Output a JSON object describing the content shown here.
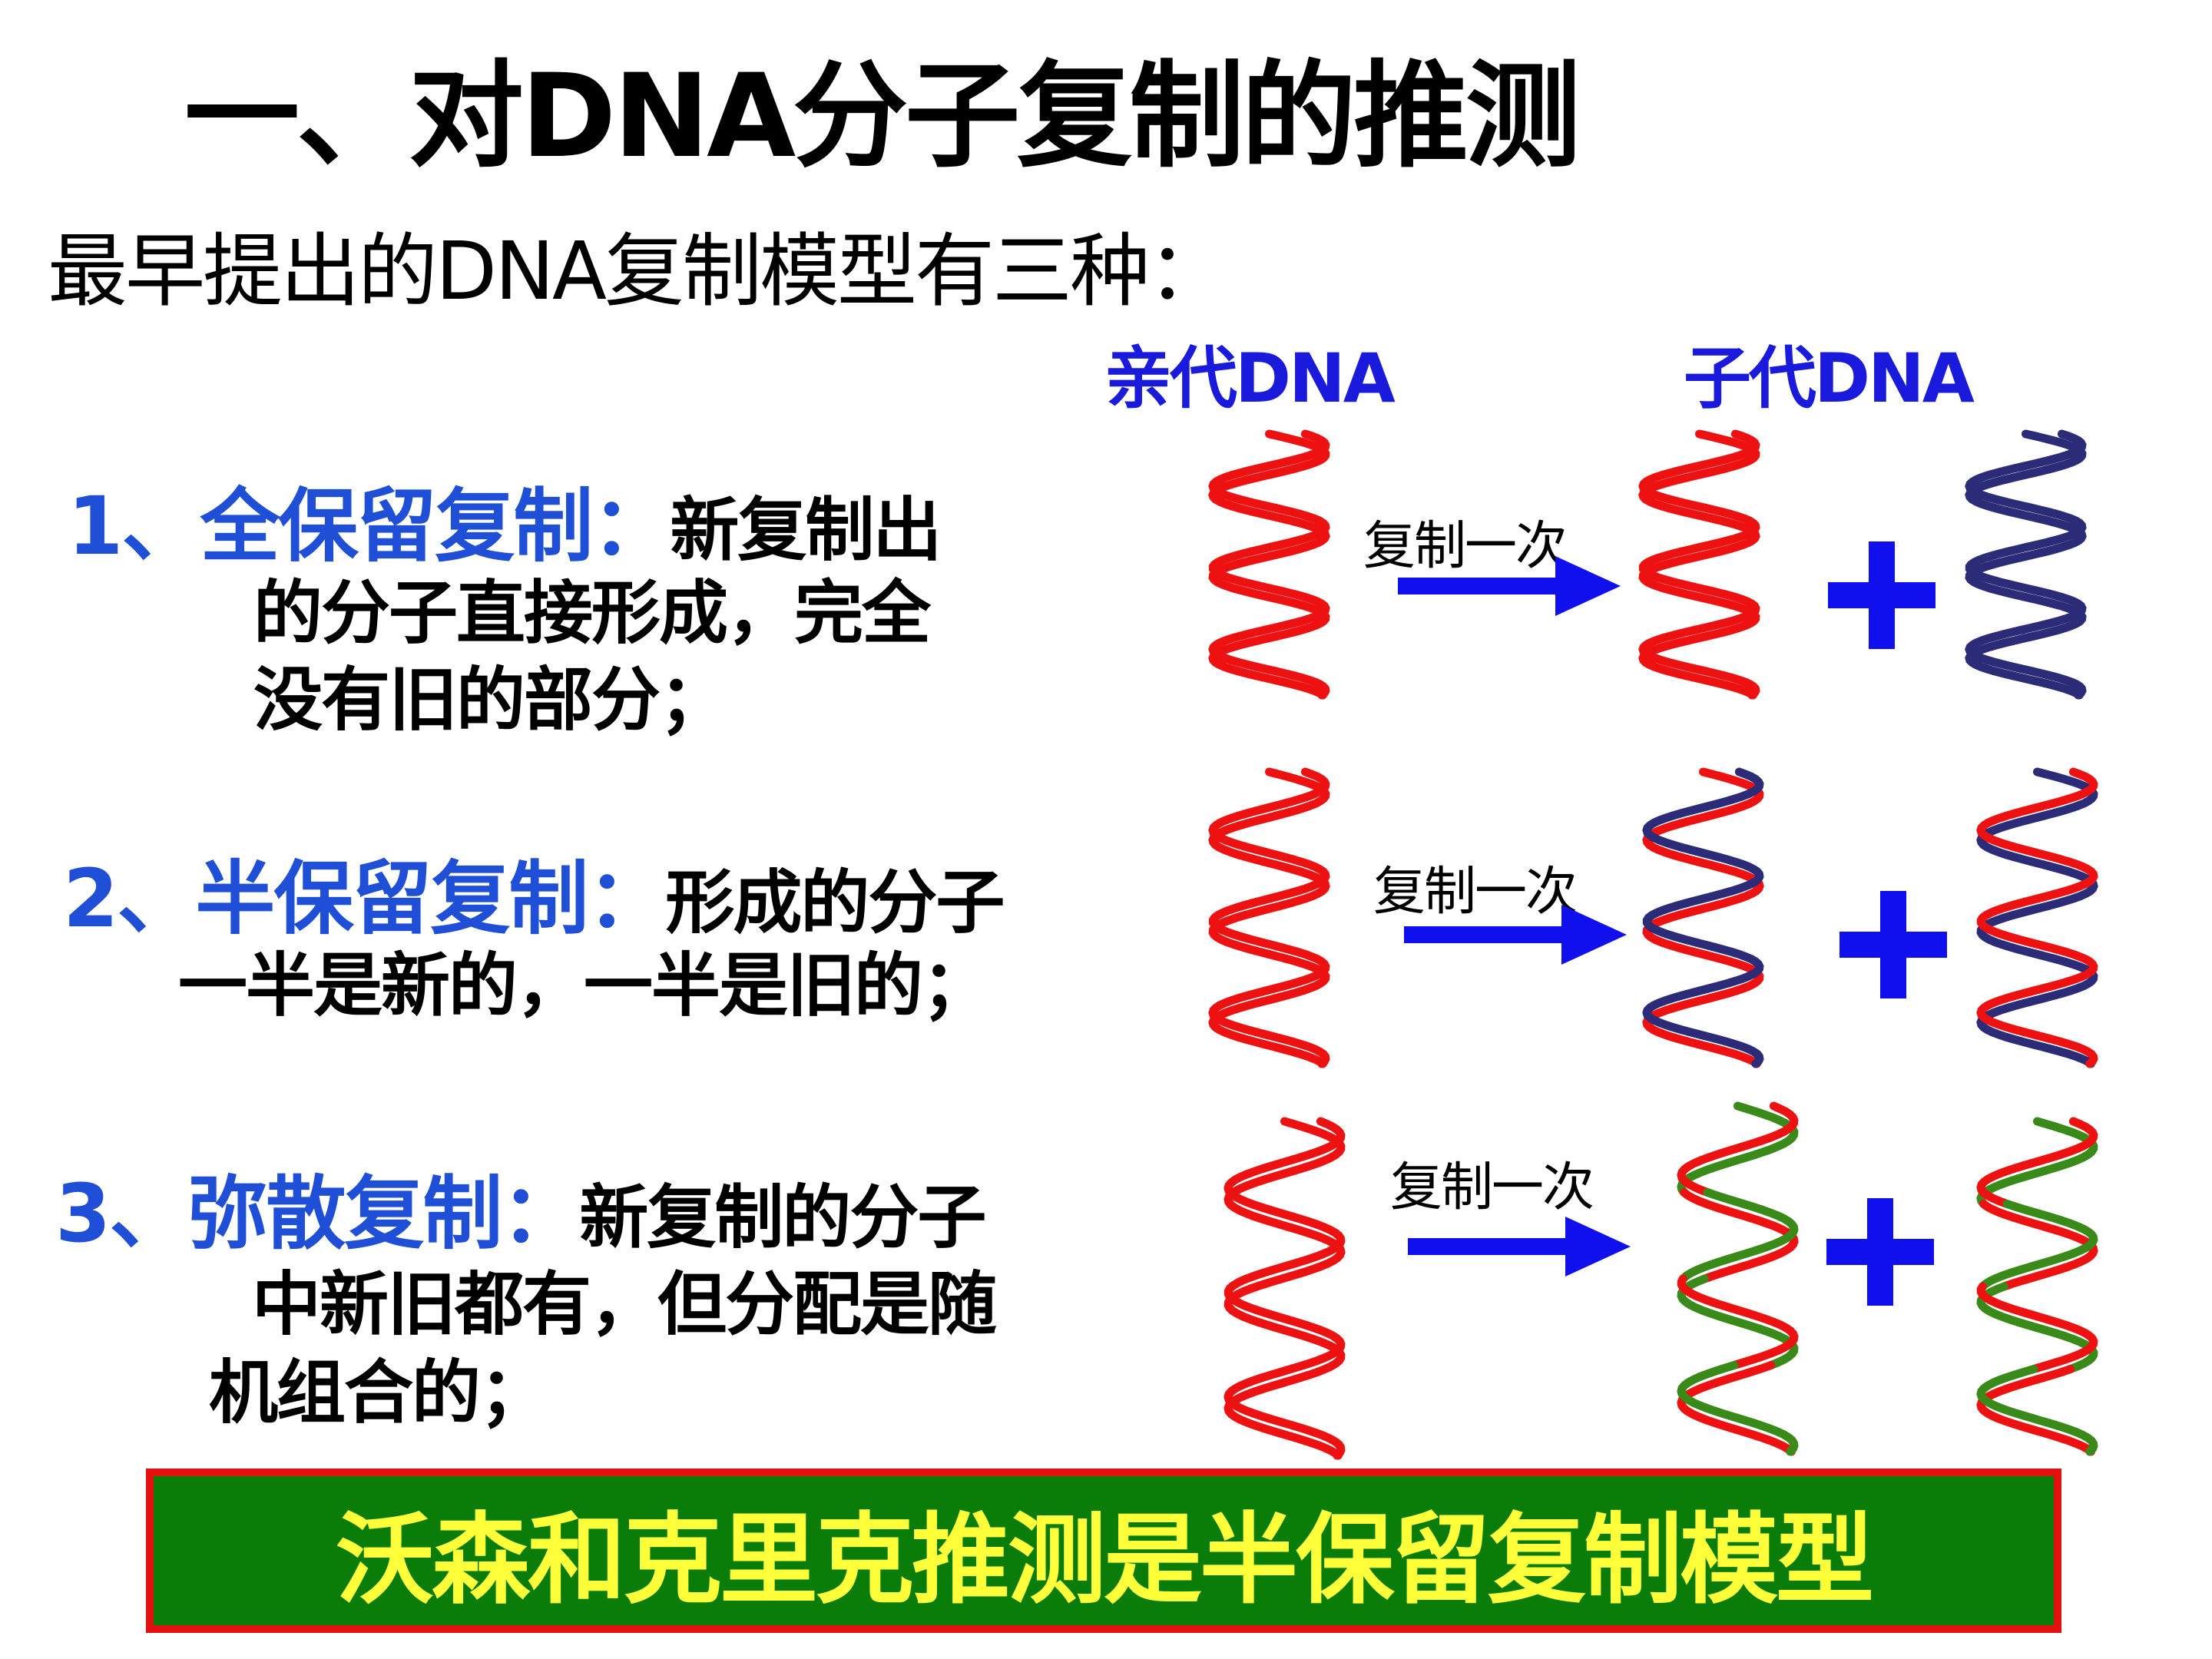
{
  "title": "一、对DNA分子复制的推测",
  "subtitle": "最早提出的DNA复制模型有三种：",
  "columns": {
    "parent": "亲代DNA",
    "daughter": "子代DNA"
  },
  "models": [
    {
      "name": "1、全保留复制：",
      "desc_lines": [
        "新复制出",
        "的分子直接形成，完全",
        "没有旧的部分；"
      ],
      "arrow_label": "复制一次"
    },
    {
      "name": "2、半保留复制：",
      "desc_lines": [
        "形成的分子",
        "一半是新的，一半是旧的；"
      ],
      "arrow_label": "复制一次"
    },
    {
      "name": "3、弥散复制：",
      "desc_lines": [
        "新复制的分子",
        "中新旧都有，但分配是随",
        "机组合的；"
      ],
      "arrow_label": "复制一次"
    }
  ],
  "conclusion": "沃森和克里克推测是半保留复制模型",
  "colors": {
    "old_strand": "#ee1111",
    "new_strand": "#2b2b78",
    "dispersive_new": "#3a8a1a",
    "arrow": "#1010ee",
    "plus": "#1010ee",
    "label_blue": "#1f4fd6",
    "banner_bg": "#0a7d08",
    "banner_border": "#e41010",
    "banner_text": "#ffff3a"
  }
}
